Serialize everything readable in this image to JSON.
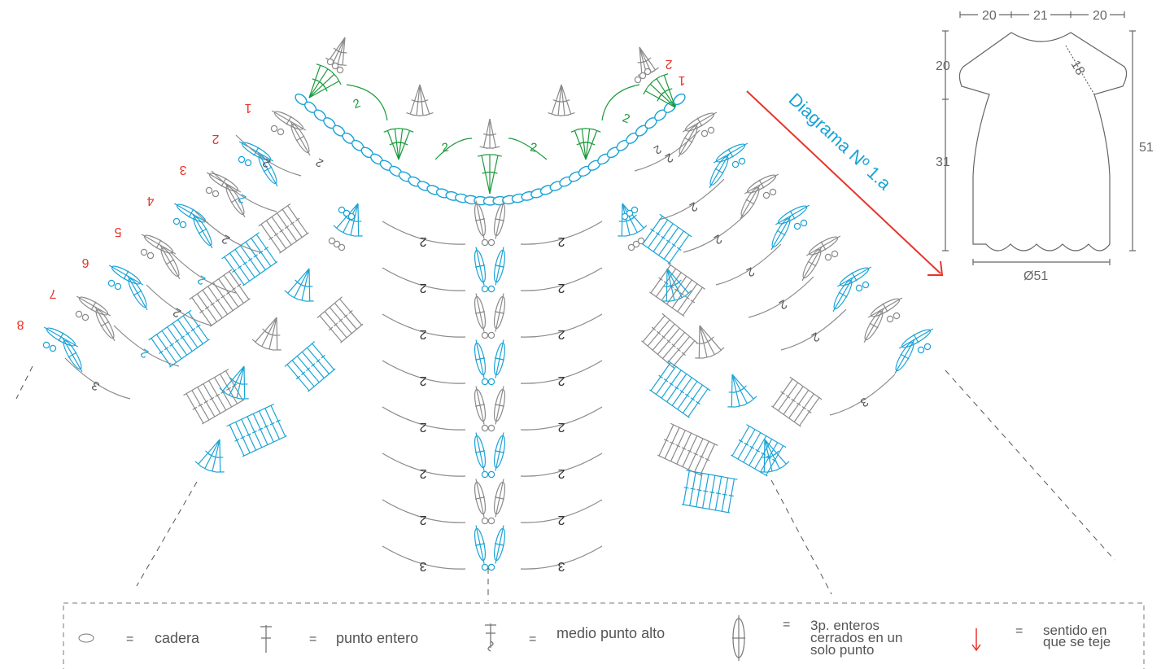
{
  "colors": {
    "gray": "#8a8a8a",
    "blue": "#1aa3d6",
    "green": "#1a9a3a",
    "red": "#e8332a",
    "text": "#555555"
  },
  "diagram_title": "Diagrama Nº 1.a",
  "row_numbers_left": [
    "1",
    "2",
    "3",
    "4",
    "5",
    "6",
    "7",
    "8"
  ],
  "row_numbers_right": [
    "2",
    "1"
  ],
  "chain_counts": {
    "top_green": [
      "2",
      "2",
      "2",
      "2",
      "2"
    ],
    "center_left": [
      "2",
      "2",
      "2",
      "2",
      "2",
      "2",
      "2",
      "3"
    ],
    "center_right": [
      "2",
      "2",
      "2",
      "2",
      "2",
      "2",
      "2",
      "3"
    ],
    "left_fan": [
      "2",
      "2",
      "2",
      "2",
      "2",
      "2",
      "3"
    ],
    "right_fan": [
      "2",
      "2",
      "2",
      "2",
      "2",
      "2",
      "3"
    ],
    "top_row": [
      "2",
      "2"
    ]
  },
  "schematic": {
    "top_widths": [
      "20",
      "21",
      "20"
    ],
    "height_top": "20",
    "height_bottom": "31",
    "height_total": "51",
    "sleeve": "18",
    "hem": "Ø51"
  },
  "legend": [
    {
      "symbol": "chain-icon",
      "eq": "=",
      "label": "cadera"
    },
    {
      "symbol": "single-crochet-icon",
      "eq": "=",
      "label": "punto entero"
    },
    {
      "symbol": "half-double-crochet-icon",
      "eq": "=",
      "label": "medio punto alto"
    },
    {
      "symbol": "cluster-icon",
      "eq": "=",
      "label": "3p. enteros\ncerrados en un\nsolo punto"
    },
    {
      "symbol": "direction-arrow-icon",
      "eq": "=",
      "label": "sentido en\nque se teje"
    }
  ]
}
